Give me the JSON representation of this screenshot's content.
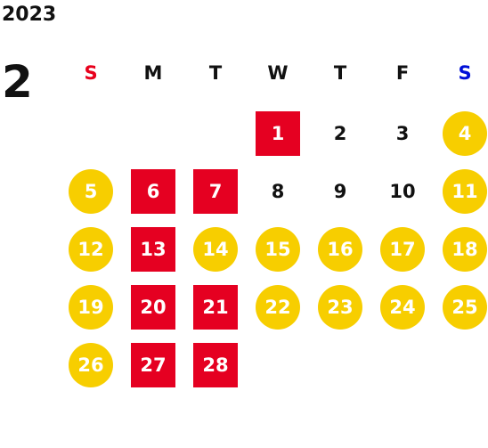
{
  "calendar": {
    "year": "2023",
    "month": "2",
    "weekdays": [
      "S",
      "M",
      "T",
      "W",
      "T",
      "F",
      "S"
    ],
    "first_weekday_index": 3,
    "colors": {
      "sunday": "#e8001c",
      "saturday": "#0010d8",
      "yellow_circle": "#f7ce00",
      "red_square": "#e50021"
    },
    "days": [
      {
        "label": "1",
        "style": "red"
      },
      {
        "label": "2",
        "style": "plain"
      },
      {
        "label": "3",
        "style": "plain"
      },
      {
        "label": "4",
        "style": "holiday"
      },
      {
        "label": "5",
        "style": "holiday"
      },
      {
        "label": "6",
        "style": "red"
      },
      {
        "label": "7",
        "style": "red"
      },
      {
        "label": "8",
        "style": "plain"
      },
      {
        "label": "9",
        "style": "plain"
      },
      {
        "label": "10",
        "style": "plain"
      },
      {
        "label": "11",
        "style": "holiday"
      },
      {
        "label": "12",
        "style": "holiday"
      },
      {
        "label": "13",
        "style": "red"
      },
      {
        "label": "14",
        "style": "holiday"
      },
      {
        "label": "15",
        "style": "holiday"
      },
      {
        "label": "16",
        "style": "holiday"
      },
      {
        "label": "17",
        "style": "holiday"
      },
      {
        "label": "18",
        "style": "holiday"
      },
      {
        "label": "19",
        "style": "holiday"
      },
      {
        "label": "20",
        "style": "red"
      },
      {
        "label": "21",
        "style": "red"
      },
      {
        "label": "22",
        "style": "holiday"
      },
      {
        "label": "23",
        "style": "holiday"
      },
      {
        "label": "24",
        "style": "holiday"
      },
      {
        "label": "25",
        "style": "holiday"
      },
      {
        "label": "26",
        "style": "holiday"
      },
      {
        "label": "27",
        "style": "red"
      },
      {
        "label": "28",
        "style": "red"
      }
    ]
  }
}
